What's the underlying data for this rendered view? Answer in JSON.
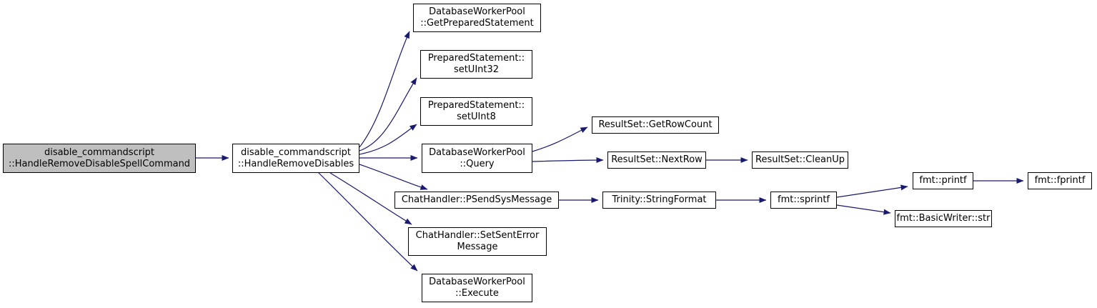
{
  "diagram": {
    "type": "call-graph",
    "background_color": "#ffffff",
    "edge_color": "#191970",
    "node_border_color": "#000000",
    "node_fill_color": "#ffffff",
    "highlight_fill_color": "#bfbfbf",
    "text_color": "#000000"
  },
  "nodes": [
    {
      "id": "HandleRemoveDisableSpellCommand",
      "label": "disable_commandscript\n::HandleRemoveDisableSpellCommand",
      "highlighted": true
    },
    {
      "id": "HandleRemoveDisables",
      "label": "disable_commandscript\n::HandleRemoveDisables",
      "highlighted": false
    },
    {
      "id": "GetPreparedStatement",
      "label": "DatabaseWorkerPool\n::GetPreparedStatement",
      "highlighted": false
    },
    {
      "id": "setUInt32",
      "label": "PreparedStatement::\nsetUInt32",
      "highlighted": false
    },
    {
      "id": "setUInt8",
      "label": "PreparedStatement::\nsetUInt8",
      "highlighted": false
    },
    {
      "id": "Query",
      "label": "DatabaseWorkerPool\n::Query",
      "highlighted": false
    },
    {
      "id": "GetRowCount",
      "label": "ResultSet::GetRowCount",
      "highlighted": false
    },
    {
      "id": "NextRow",
      "label": "ResultSet::NextRow",
      "highlighted": false
    },
    {
      "id": "CleanUp",
      "label": "ResultSet::CleanUp",
      "highlighted": false
    },
    {
      "id": "PSendSysMessage",
      "label": "ChatHandler::PSendSysMessage",
      "highlighted": false
    },
    {
      "id": "StringFormat",
      "label": "Trinity::StringFormat",
      "highlighted": false
    },
    {
      "id": "sprintf",
      "label": "fmt::sprintf",
      "highlighted": false
    },
    {
      "id": "printf",
      "label": "fmt::printf",
      "highlighted": false
    },
    {
      "id": "fprintf",
      "label": "fmt::fprintf",
      "highlighted": false
    },
    {
      "id": "BasicWriterStr",
      "label": "fmt::BasicWriter::str",
      "highlighted": false
    },
    {
      "id": "SetSentErrorMessage",
      "label": "ChatHandler::SetSentError\nMessage",
      "highlighted": false
    },
    {
      "id": "Execute",
      "label": "DatabaseWorkerPool\n::Execute",
      "highlighted": false
    }
  ],
  "edges": [
    {
      "from": "HandleRemoveDisableSpellCommand",
      "to": "HandleRemoveDisables"
    },
    {
      "from": "HandleRemoveDisables",
      "to": "GetPreparedStatement"
    },
    {
      "from": "HandleRemoveDisables",
      "to": "setUInt32"
    },
    {
      "from": "HandleRemoveDisables",
      "to": "setUInt8"
    },
    {
      "from": "HandleRemoveDisables",
      "to": "Query"
    },
    {
      "from": "HandleRemoveDisables",
      "to": "PSendSysMessage"
    },
    {
      "from": "HandleRemoveDisables",
      "to": "SetSentErrorMessage"
    },
    {
      "from": "HandleRemoveDisables",
      "to": "Execute"
    },
    {
      "from": "Query",
      "to": "GetRowCount"
    },
    {
      "from": "Query",
      "to": "NextRow"
    },
    {
      "from": "NextRow",
      "to": "CleanUp"
    },
    {
      "from": "PSendSysMessage",
      "to": "StringFormat"
    },
    {
      "from": "StringFormat",
      "to": "sprintf"
    },
    {
      "from": "sprintf",
      "to": "printf"
    },
    {
      "from": "sprintf",
      "to": "BasicWriterStr"
    },
    {
      "from": "printf",
      "to": "fprintf"
    }
  ]
}
